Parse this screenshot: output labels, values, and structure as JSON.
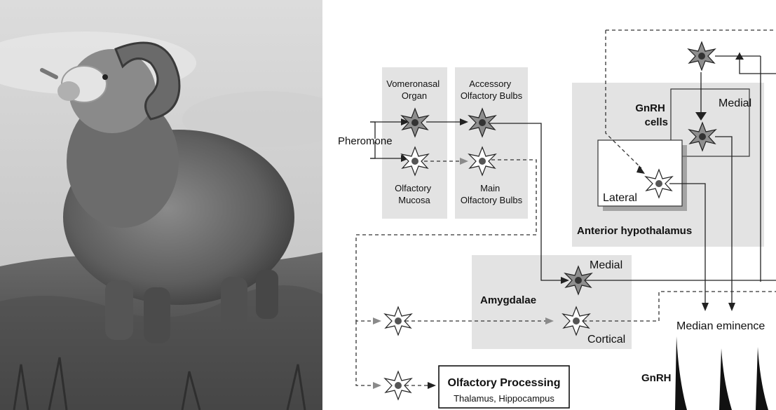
{
  "diagram": {
    "sensory": {
      "vomeronasal_organ": [
        "Vomeronasal",
        "Organ"
      ],
      "accessory_olfactory_bulbs": [
        "Accessory",
        "Olfactory Bulbs"
      ],
      "olfactory_mucosa": [
        "Olfactory",
        "Mucosa"
      ],
      "main_olfactory_bulbs": [
        "Main",
        "Olfactory Bulbs"
      ],
      "stimulus": "Pheromone"
    },
    "hypothalamus": {
      "gnrh_cells": [
        "GnRH",
        "cells"
      ],
      "medial": "Medial",
      "lateral": "Lateral",
      "region": "Anterior hypothalamus"
    },
    "amygdalae": {
      "title": "Amygdalae",
      "medial": "Medial",
      "cortical": "Cortical"
    },
    "median_eminence": "Median eminence",
    "gnrh_label": "GnRH",
    "olfactory_processing": {
      "title": "Olfactory Processing",
      "subtitle": "Thalamus, Hippocampus"
    }
  },
  "colors": {
    "box_gray": "#e3e3e3",
    "neuron_gray": "#8e8e8e",
    "nucleus_dark": "#333333"
  }
}
